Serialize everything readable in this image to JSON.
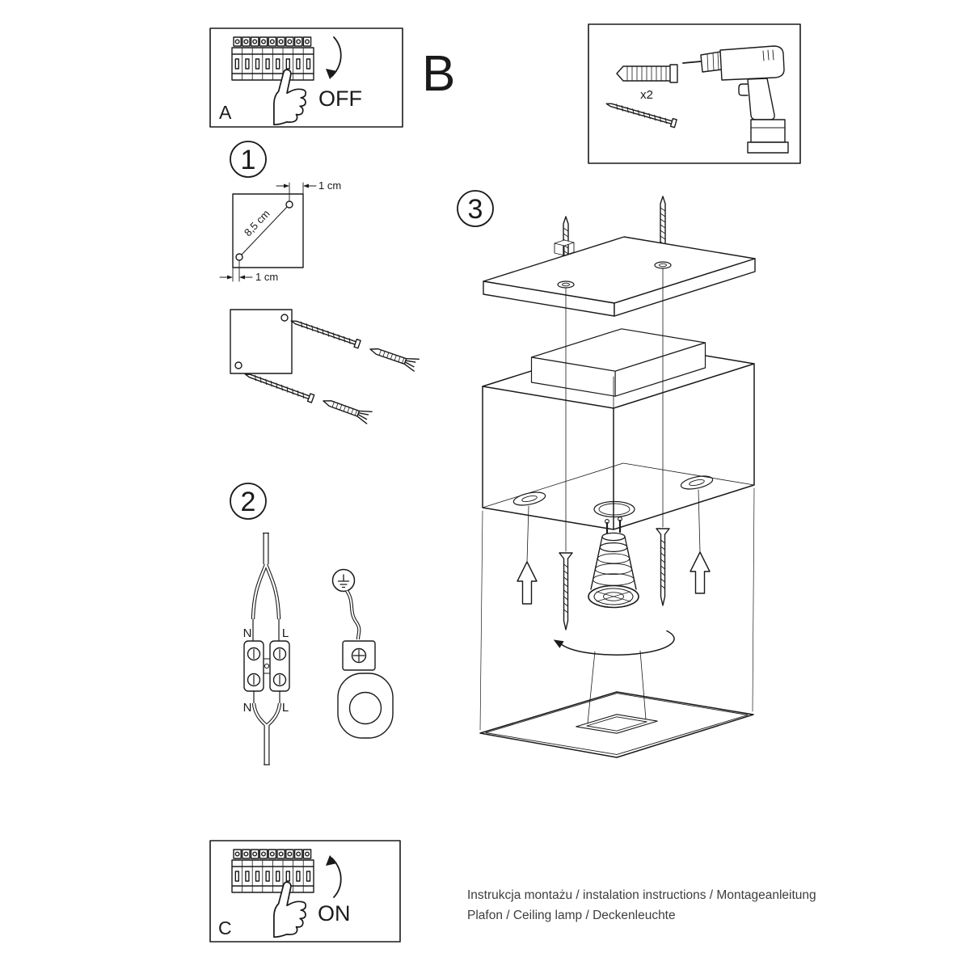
{
  "panels": {
    "a": {
      "label": "A",
      "state": "OFF"
    },
    "b": {
      "label": "B",
      "screw_count": "x2"
    },
    "c": {
      "label": "C",
      "state": "ON"
    }
  },
  "steps": {
    "s1": {
      "number": "1",
      "dim_top": "1 cm",
      "dim_diagonal": "8,5 cm",
      "dim_bottom": "1 cm"
    },
    "s2": {
      "number": "2",
      "n_top": "N",
      "l_top": "L",
      "n_bottom": "N",
      "l_bottom": "L"
    },
    "s3": {
      "number": "3"
    }
  },
  "footer": {
    "line1": "Instrukcja montażu / instalation instructions / Montageanleitung",
    "line2": "Plafon / Ceiling lamp / Deckenleuchte"
  },
  "colors": {
    "ink": "#1a1a1a",
    "paper": "#ffffff"
  }
}
